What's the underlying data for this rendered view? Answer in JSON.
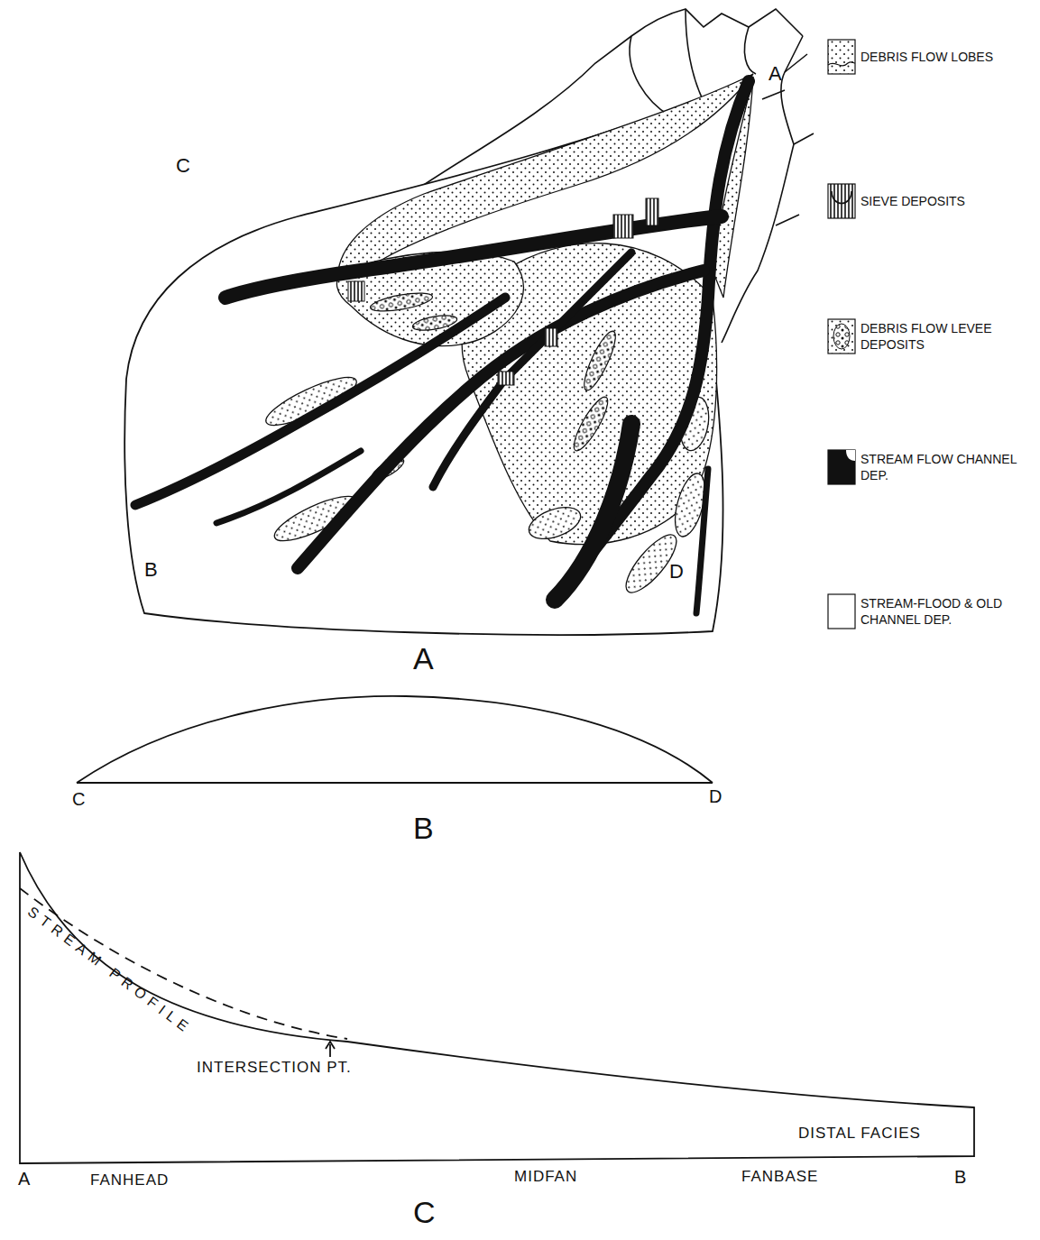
{
  "diagram": {
    "labels": [
      "A",
      "C",
      "B",
      "D",
      "A",
      "C",
      "D",
      "B",
      "STREAM PROFILE",
      "INTERSECTION PT.",
      "DISTAL FACIES",
      "A",
      "FANHEAD",
      "MIDFAN",
      "FANBASE",
      "B",
      "C"
    ],
    "legend": [
      {
        "text": "DEBRIS FLOW LOBES"
      },
      {
        "text": "SIEVE DEPOSITS"
      },
      {
        "text": "DEBRIS FLOW LEVEE DEPOSITS"
      },
      {
        "text": "STREAM FLOW CHANNEL DEP."
      },
      {
        "text": "STREAM-FLOOD & OLD CHANNEL DEP.",
        "color": "#ffffff"
      }
    ]
  }
}
